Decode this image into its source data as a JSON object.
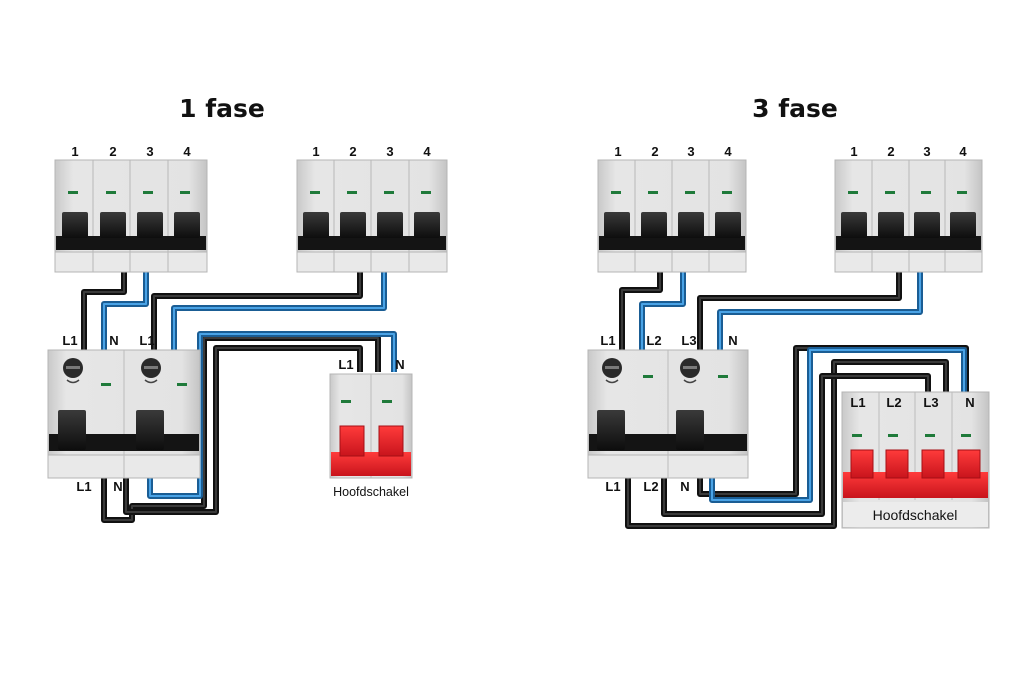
{
  "diagram": {
    "left": {
      "title": "1 fase",
      "breaker_a": {
        "poles": [
          "1",
          "2",
          "3",
          "4"
        ]
      },
      "breaker_b": {
        "poles": [
          "1",
          "2",
          "3",
          "4"
        ]
      },
      "rcd_top_labels": [
        "L1",
        "N",
        "L1"
      ],
      "rcd_bottom_labels": [
        "L1",
        "N"
      ],
      "main_switch": {
        "terminals": [
          "L1",
          "N"
        ],
        "label": "Hoofdschakel"
      }
    },
    "right": {
      "title": "3 fase",
      "breaker_a": {
        "poles": [
          "1",
          "2",
          "3",
          "4"
        ]
      },
      "breaker_b": {
        "poles": [
          "1",
          "2",
          "3",
          "4"
        ]
      },
      "rcd_top_labels": [
        "L1",
        "L2",
        "L3",
        "N"
      ],
      "rcd_bottom_labels": [
        "L1",
        "L2",
        "N"
      ],
      "main_switch": {
        "terminals": [
          "L1",
          "L2",
          "L3",
          "N"
        ],
        "label": "Hoofdschakel"
      }
    },
    "colors": {
      "wire_live": "#222222",
      "wire_neutral": "#2f86c9",
      "indicator": "#1f7a3a",
      "main_switch_red": "#e3232c",
      "module_body": "#dcdcdc"
    }
  }
}
